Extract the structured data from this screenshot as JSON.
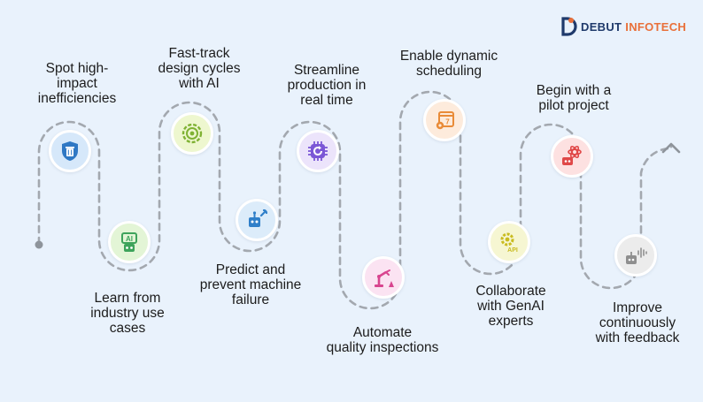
{
  "brand": {
    "name_a": "DEBUT",
    "name_b": "INFOTECH"
  },
  "steps": [
    {
      "label": "Spot high-\nimpact\ninefficiencies",
      "icon": "trash-shield-icon",
      "bg": "#d6e8fa"
    },
    {
      "label": "Learn from\nindustry use\ncases",
      "icon": "ai-robot-icon",
      "bg": "#e3f5d6"
    },
    {
      "label": "Fast-track\ndesign cycles\nwith AI",
      "icon": "target-gear-icon",
      "bg": "#eef7cf"
    },
    {
      "label": "Predict and\nprevent machine\nfailure",
      "icon": "robot-wrench-icon",
      "bg": "#dcecfa"
    },
    {
      "label": "Streamline\nproduction in\nreal time",
      "icon": "chip-refresh-icon",
      "bg": "#ece4fb"
    },
    {
      "label": "Automate\nquality inspections",
      "icon": "robotic-arm-icon",
      "bg": "#fbe3f2"
    },
    {
      "label": "Enable dynamic\nscheduling",
      "icon": "calendar-gear-icon",
      "bg": "#fdebdc"
    },
    {
      "label": "Collaborate\nwith GenAI\nexperts",
      "icon": "api-gear-icon",
      "bg": "#f6f6d2"
    },
    {
      "label": "Begin with a\npilot project",
      "icon": "robot-atom-icon",
      "bg": "#fde1e1"
    },
    {
      "label": "Improve\ncontinuously\nwith feedback",
      "icon": "robot-voice-icon",
      "bg": "#ececec"
    }
  ]
}
